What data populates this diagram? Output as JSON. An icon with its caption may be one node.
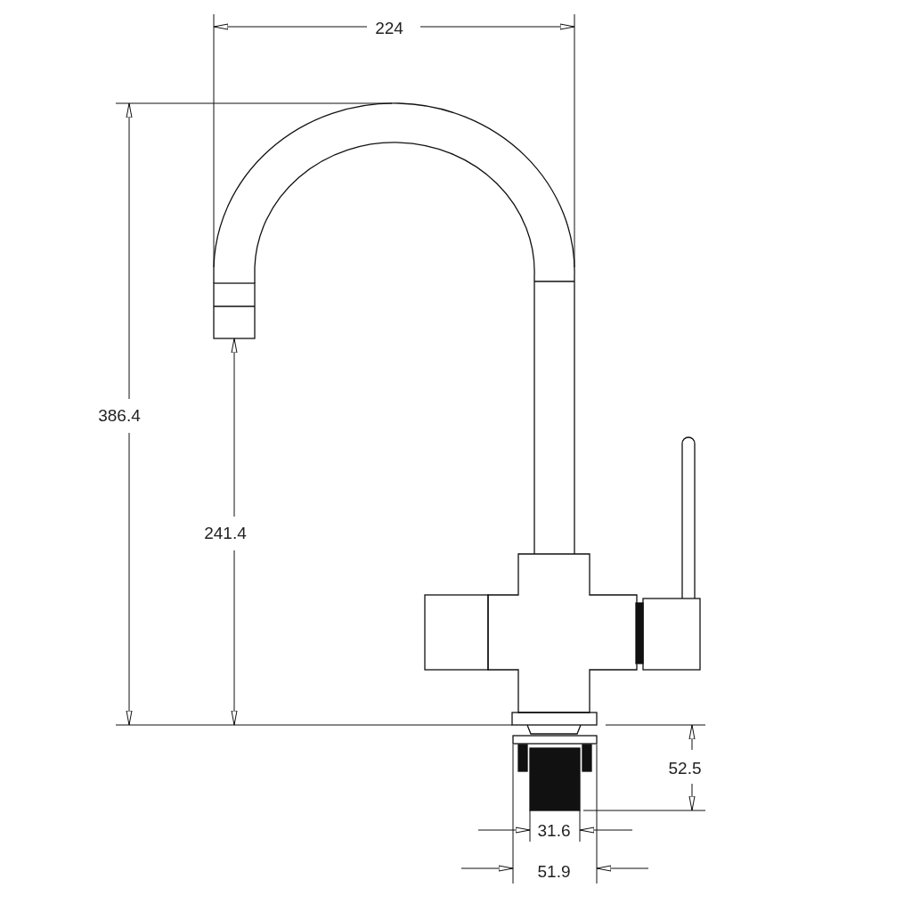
{
  "diagram": {
    "labels": [
      "224",
      "386.4",
      "241.4",
      "52.5",
      "31.6",
      "51.9"
    ]
  }
}
